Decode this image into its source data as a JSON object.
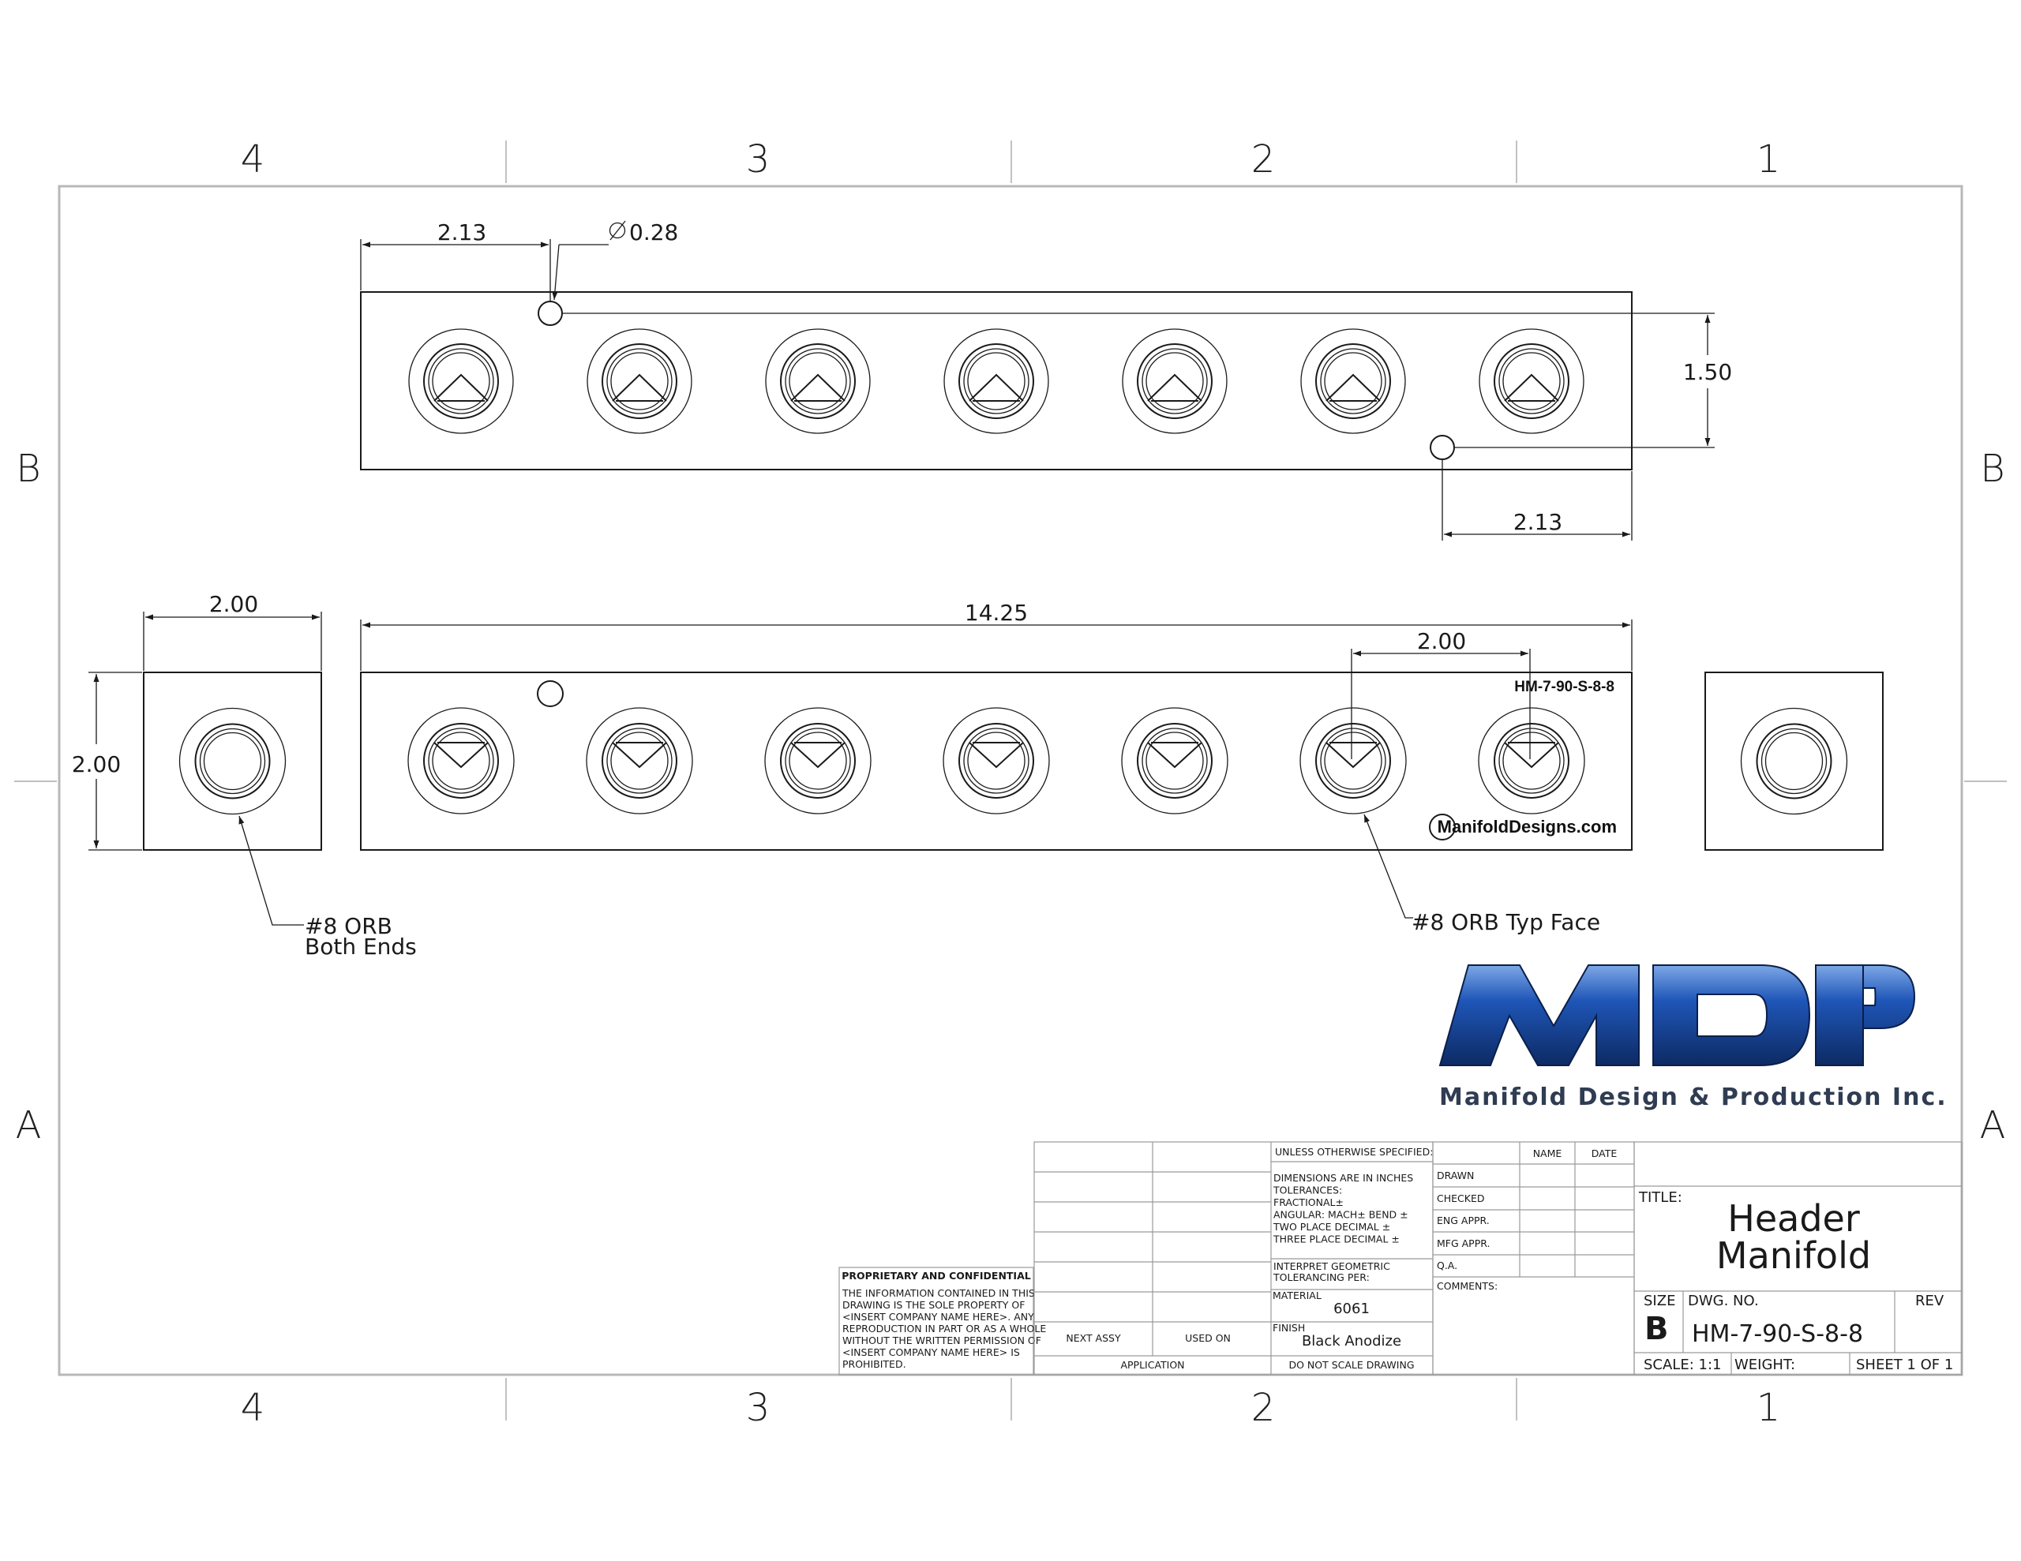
{
  "zones": {
    "columns": [
      "4",
      "3",
      "2",
      "1"
    ],
    "rows": [
      "B",
      "A"
    ]
  },
  "top_view": {
    "dim_left_hole": "2.13",
    "dim_hole_diameter": "0.28",
    "dim_height": "1.50",
    "dim_right_hole": "2.13"
  },
  "front_view": {
    "dim_end_width": "2.00",
    "dim_end_height": "2.00",
    "dim_length": "14.25",
    "dim_port_spacing": "2.00",
    "part_number_engraving": "HM-7-90-S-8-8",
    "website_engraving": "ManifoldDesigns.com",
    "callout_ends_line1": "#8 ORB",
    "callout_ends_line2": "Both Ends",
    "callout_face": "#8 ORB Typ Face"
  },
  "logo": {
    "letters": "MDP",
    "company": "Manifold Design & Production Inc.",
    "colors": {
      "dark": "#0d2a63",
      "mid": "#1f56b8",
      "light": "#7ea8e6"
    }
  },
  "title_block": {
    "proprietary_title": "PROPRIETARY AND CONFIDENTIAL",
    "proprietary_lines": [
      "THE INFORMATION CONTAINED IN THIS",
      "DRAWING IS THE SOLE PROPERTY OF",
      "<INSERT COMPANY NAME HERE>.  ANY",
      "REPRODUCTION IN PART OR AS A WHOLE",
      "WITHOUT THE WRITTEN PERMISSION OF",
      "<INSERT COMPANY NAME HERE> IS",
      "PROHIBITED."
    ],
    "next_assy": "NEXT ASSY",
    "used_on": "USED ON",
    "application": "APPLICATION",
    "unless_specified": "UNLESS OTHERWISE SPECIFIED:",
    "tolerance_lines": [
      "DIMENSIONS ARE IN INCHES",
      "TOLERANCES:",
      "FRACTIONAL±",
      "ANGULAR: MACH±    BEND ±",
      "TWO PLACE DECIMAL    ±",
      "THREE PLACE DECIMAL  ±"
    ],
    "gdt_lines": [
      "INTERPRET GEOMETRIC",
      "TOLERANCING PER:"
    ],
    "material_label": "MATERIAL",
    "material_value": "6061",
    "finish_label": "FINISH",
    "finish_value": "Black Anodize",
    "do_not_scale": "DO NOT SCALE DRAWING",
    "name_header": "NAME",
    "date_header": "DATE",
    "approvals": [
      "DRAWN",
      "CHECKED",
      "ENG APPR.",
      "MFG APPR.",
      "Q.A."
    ],
    "comments": "COMMENTS:",
    "title_label": "TITLE:",
    "title_line1": "Header",
    "title_line2": "Manifold",
    "size_label": "SIZE",
    "size_value": "B",
    "dwg_no_label": "DWG.  NO.",
    "dwg_no_value": "HM-7-90-S-8-8",
    "rev_label": "REV",
    "scale": "SCALE: 1:1",
    "weight": "WEIGHT:",
    "sheet": "SHEET 1 OF 1"
  }
}
